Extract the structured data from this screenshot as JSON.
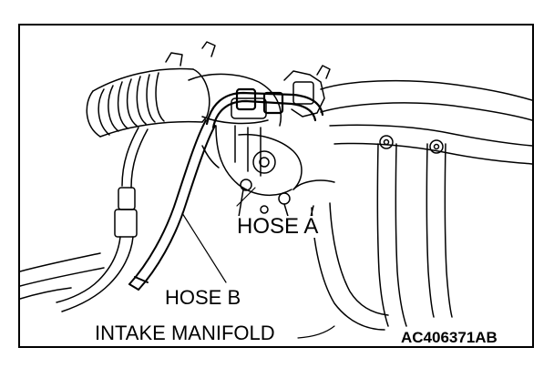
{
  "labels": {
    "hose_a": "HOSE A",
    "hose_b": "HOSE B",
    "intake_manifold": "INTAKE MANIFOLD",
    "figure_code": "AC406371AB"
  },
  "colors": {
    "line": "#000000",
    "background": "#ffffff"
  }
}
